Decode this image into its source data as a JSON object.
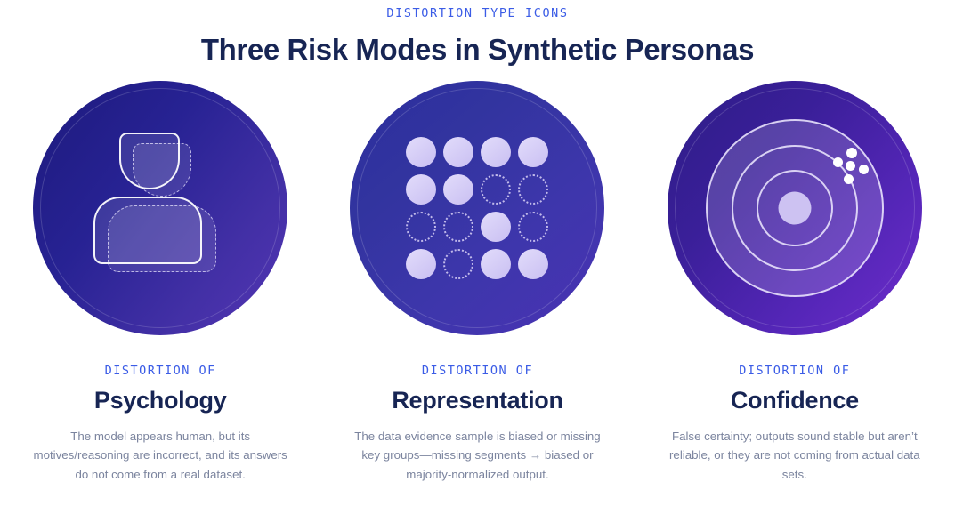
{
  "header": {
    "eyebrow": "DISTORTION TYPE ICONS",
    "title": "Three Risk Modes in Synthetic Personas"
  },
  "colors": {
    "eyebrow_blue": "#3b5ce6",
    "title_navy": "#172554",
    "body_gray": "#7b849e",
    "background": "#ffffff",
    "circle1_from": "#1d1a7d",
    "circle1_to": "#5435b5",
    "circle2_from": "#2b2d9e",
    "circle2_to": "#4a33b4",
    "circle3_from": "#2d1d86",
    "circle3_to": "#6f2dcc",
    "dot_lavender": "#d5cdf5"
  },
  "columns": [
    {
      "icon_name": "person-duplicate-icon",
      "eyebrow": "DISTORTION OF",
      "title": "Psychology",
      "description": "The model appears human, but its motives/reasoning are incorrect, and its answers do not come from a real dataset."
    },
    {
      "icon_name": "dot-grid-missing-segments-icon",
      "eyebrow": "DISTORTION OF",
      "title": "Representation",
      "description": "The data evidence sample is biased or missing key groups—missing segments → biased or majority-normalized output."
    },
    {
      "icon_name": "bullseye-offtarget-cluster-icon",
      "eyebrow": "DISTORTION OF",
      "title": "Confidence",
      "description": "False certainty; outputs sound stable but aren’t reliable, or they are not coming from actual data sets."
    }
  ],
  "icon_details": {
    "dot_grid": {
      "rows": 4,
      "cols": 4,
      "pattern": [
        [
          "filled",
          "filled",
          "filled",
          "filled"
        ],
        [
          "filled",
          "filled",
          "hollow",
          "hollow"
        ],
        [
          "hollow",
          "hollow",
          "filled",
          "hollow"
        ],
        [
          "filled",
          "hollow",
          "filled",
          "filled"
        ]
      ]
    },
    "bullseye": {
      "rings": 3,
      "center_dot": true,
      "stray_cluster_dots": 5
    },
    "person": {
      "solid_outline": true,
      "dashed_ghost_offset": true
    }
  }
}
